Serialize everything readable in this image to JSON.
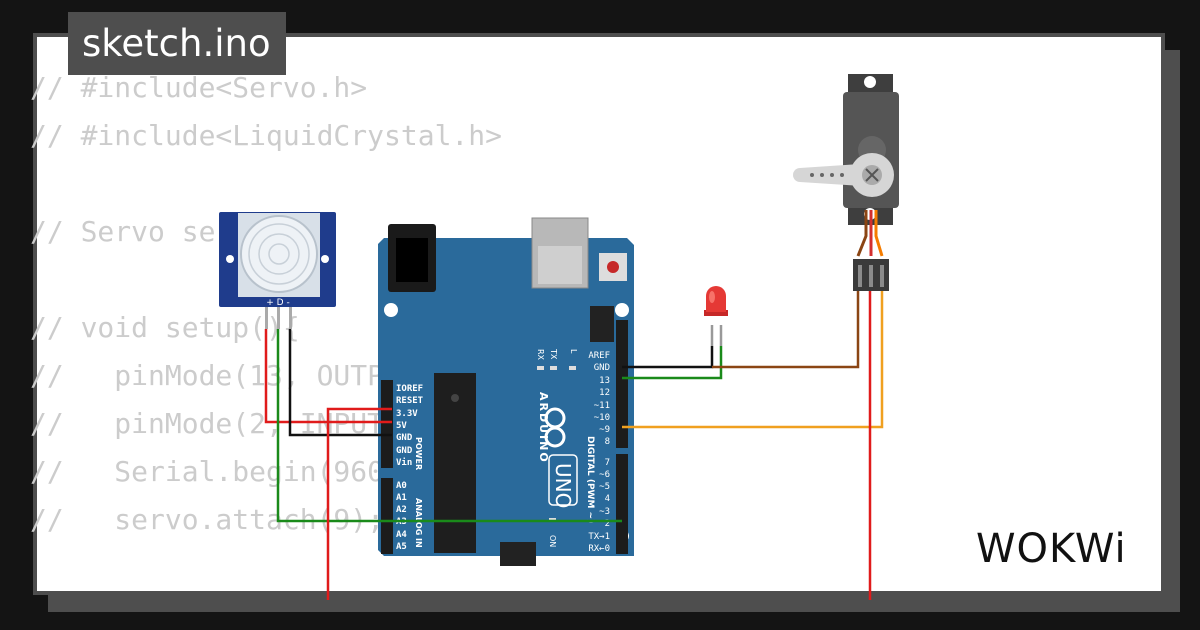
{
  "file_tab": {
    "name": "sketch.ino"
  },
  "code_lines": [
    "// #include<Servo.h>",
    "// #include<LiquidCrystal.h>",
    "",
    "// Servo servo;",
    "",
    "// void setup(){",
    "//   pinMode(13, OUTPUT);",
    "//   pinMode(2, INPUT);",
    "//   Serial.begin(9600);",
    "//   servo.attach(9);"
  ],
  "pir": {
    "pins": "+ D -"
  },
  "arduino": {
    "brand": "ARDUINO",
    "model": "UNO",
    "power_pins": [
      "IOREF",
      "RESET",
      "3.3V",
      "5V",
      "GND",
      "GND",
      "Vin"
    ],
    "analog_pins": [
      "A0",
      "A1",
      "A2",
      "A3",
      "A4",
      "A5"
    ],
    "power_label": "POWER",
    "analog_label": "ANALOG IN",
    "digital_top": [
      "AREF",
      "GND",
      "13",
      "12",
      "~11",
      "~10",
      "~9",
      "8"
    ],
    "digital_bottom": [
      "7",
      "~6",
      "~5",
      "4",
      "~3",
      "2",
      "TX→1",
      "RX←0"
    ],
    "digital_label": "DIGITAL (PWM ~)",
    "led_labels": [
      "RX",
      "TX",
      "L"
    ],
    "on_label": "ON"
  },
  "brand": {
    "logo": "WOKWi"
  },
  "colors": {
    "board": "#2a6a9b",
    "background": "#141414",
    "frame": "#4e4e4e",
    "wire_red": "#e01b1b",
    "wire_black": "#111111",
    "wire_green": "#1a8a1a",
    "wire_brown": "#8b4513",
    "wire_orange": "#f0a020"
  }
}
